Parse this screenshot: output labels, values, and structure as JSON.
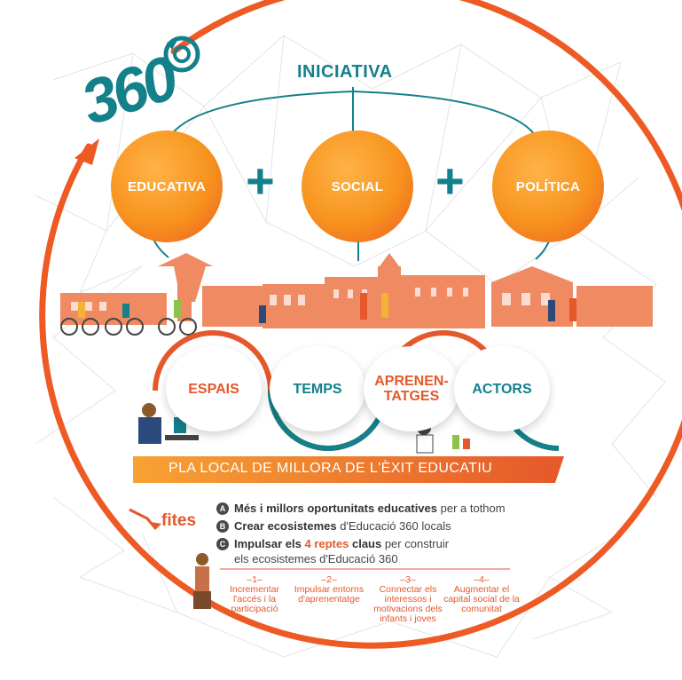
{
  "logo": {
    "text": "360"
  },
  "header": {
    "title": "INICIATIVA"
  },
  "nodes": [
    {
      "label": "EDUCATIVA"
    },
    {
      "label": "SOCIAL"
    },
    {
      "label": "POLÍTICA"
    }
  ],
  "plus_signs": [
    "+",
    "+"
  ],
  "pillars": [
    {
      "label": "ESPAIS",
      "color": "#e5582b"
    },
    {
      "label": "TEMPS",
      "color": "#13808a"
    },
    {
      "label": "APRENEN-\nTATGES",
      "color": "#e5582b"
    },
    {
      "label": "ACTORS",
      "color": "#13808a"
    }
  ],
  "banner": {
    "text": "PLA LOCAL DE MILLORA DE L'ÈXIT EDUCATIU"
  },
  "fites": {
    "title": "fites",
    "items": [
      {
        "letter": "A",
        "bold": "Més i millors oportunitats educatives",
        "rest": " per a tothom"
      },
      {
        "letter": "B",
        "bold": "Crear ecosistemes",
        "rest": " d'Educació 360 locals"
      },
      {
        "letter": "C",
        "bold_pre": "Impulsar els ",
        "highlight": "4 reptes",
        "bold_post": " claus",
        "rest": " per construir",
        "line2": "els ecosistemes d'Educació 360"
      }
    ],
    "reptes": [
      {
        "num": "–1–",
        "text": "Incrementar l'accés i la participació"
      },
      {
        "num": "–2–",
        "text": "Impulsar entorns d'aprenentatge"
      },
      {
        "num": "–3–",
        "text": "Connectar els interessos i motivacions dels infants i joves"
      },
      {
        "num": "–4–",
        "text": "Augmentar el capital social de la comunitat"
      }
    ]
  },
  "colors": {
    "orange": "#e5582b",
    "teal": "#13808a",
    "ring": "#ee5a24"
  }
}
